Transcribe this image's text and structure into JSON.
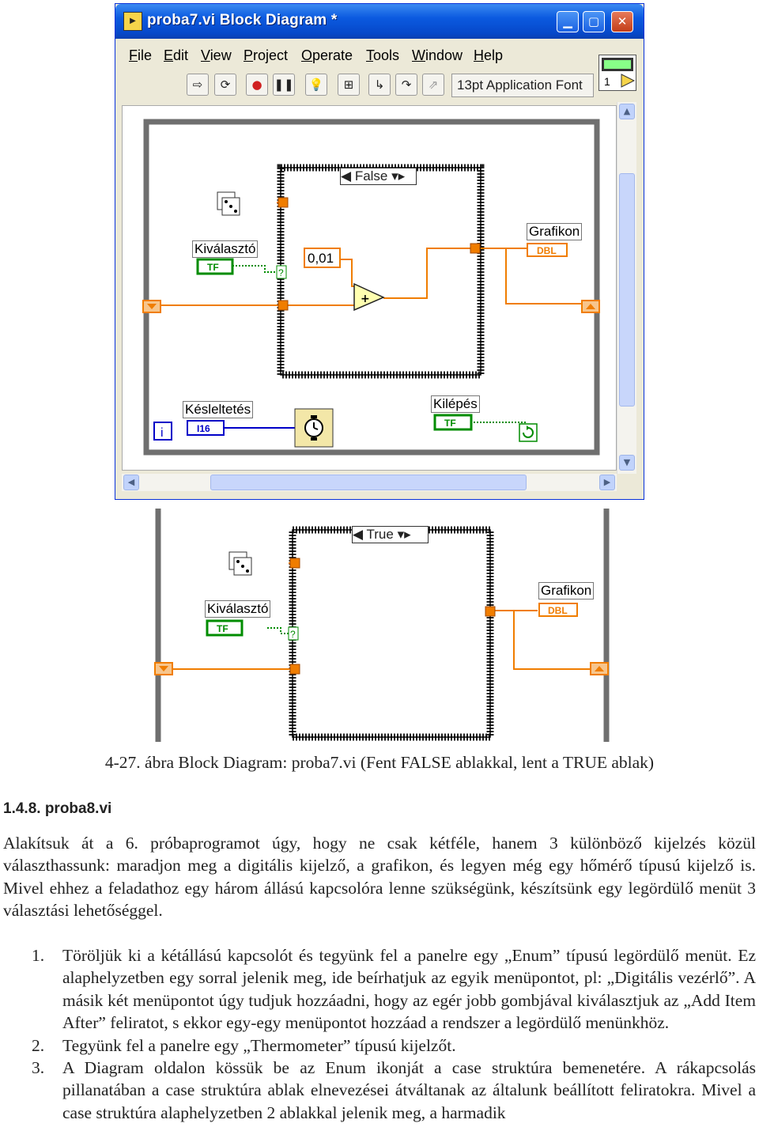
{
  "window": {
    "title": "proba7.vi Block Diagram *",
    "menu": [
      "File",
      "Edit",
      "View",
      "Project",
      "Operate",
      "Tools",
      "Window",
      "Help"
    ],
    "font_selector": "13pt Application Font",
    "vi_icon_number": "1"
  },
  "diagram_false": {
    "case_selector": "False",
    "select_label": "Kiválasztó",
    "select_terminal": "TF",
    "constant": "0,01",
    "graph_label": "Grafikon",
    "graph_terminal": "DBL",
    "delay_label": "Késleltetés",
    "delay_terminal": "I16",
    "stop_label": "Kilépés",
    "stop_terminal": "TF",
    "selector_question": "?",
    "iteration": "i"
  },
  "diagram_true": {
    "case_selector": "True",
    "select_label": "Kiválasztó",
    "select_terminal": "TF",
    "graph_label": "Grafikon",
    "graph_terminal": "DBL",
    "selector_question": "?"
  },
  "figure_caption": "4-27. ábra Block Diagram: proba7.vi (Fent FALSE ablakkal, lent a TRUE ablak)",
  "section_heading": "1.4.8. proba8.vi",
  "intro_paragraph": "Alakítsuk át a 6. próbaprogramot úgy, hogy ne csak kétféle, hanem 3 különböző kijelzés közül választhassunk: maradjon meg a digitális kijelző, a grafikon, és legyen még egy hőmérő típusú kijelző is. Mivel ehhez a feladathoz egy három állású kapcsolóra lenne szükségünk, készítsünk egy legördülő menüt 3 választási lehetőséggel.",
  "steps": [
    {
      "num": "1.",
      "text": "Töröljük ki a kétállású kapcsolót és tegyünk fel a panelre egy „Enum” típusú legördülő menüt. Ez alaphelyzetben egy sorral jelenik meg, ide beírhatjuk az egyik menüpontot, pl: „Digitális vezérlő”. A másik két menüpontot úgy tudjuk hozzáadni, hogy az egér jobb gombjával kiválasztjuk az „Add Item After” feliratot, s ekkor egy-egy menüpontot hozzáad a rendszer a legördülő menünkhöz."
    },
    {
      "num": "2.",
      "text": "Tegyünk fel a panelre egy „Thermometer” típusú kijelzőt."
    },
    {
      "num": "3.",
      "text": "A Diagram oldalon kössük be az Enum ikonját a case struktúra bemenetére. A rákapcsolás pillanatában a case struktúra ablak elnevezései átváltanak az általunk beállított feliratokra. Mivel a case struktúra alaphelyzetben 2 ablakkal jelenik meg, a harmadik"
    }
  ],
  "colors": {
    "wire_orange": "#f07d00",
    "wire_green": "#008c00",
    "wire_blue": "#0000c8",
    "titlebar_blue": "#0b5ae0",
    "loop_gray": "#6f6f6f"
  }
}
